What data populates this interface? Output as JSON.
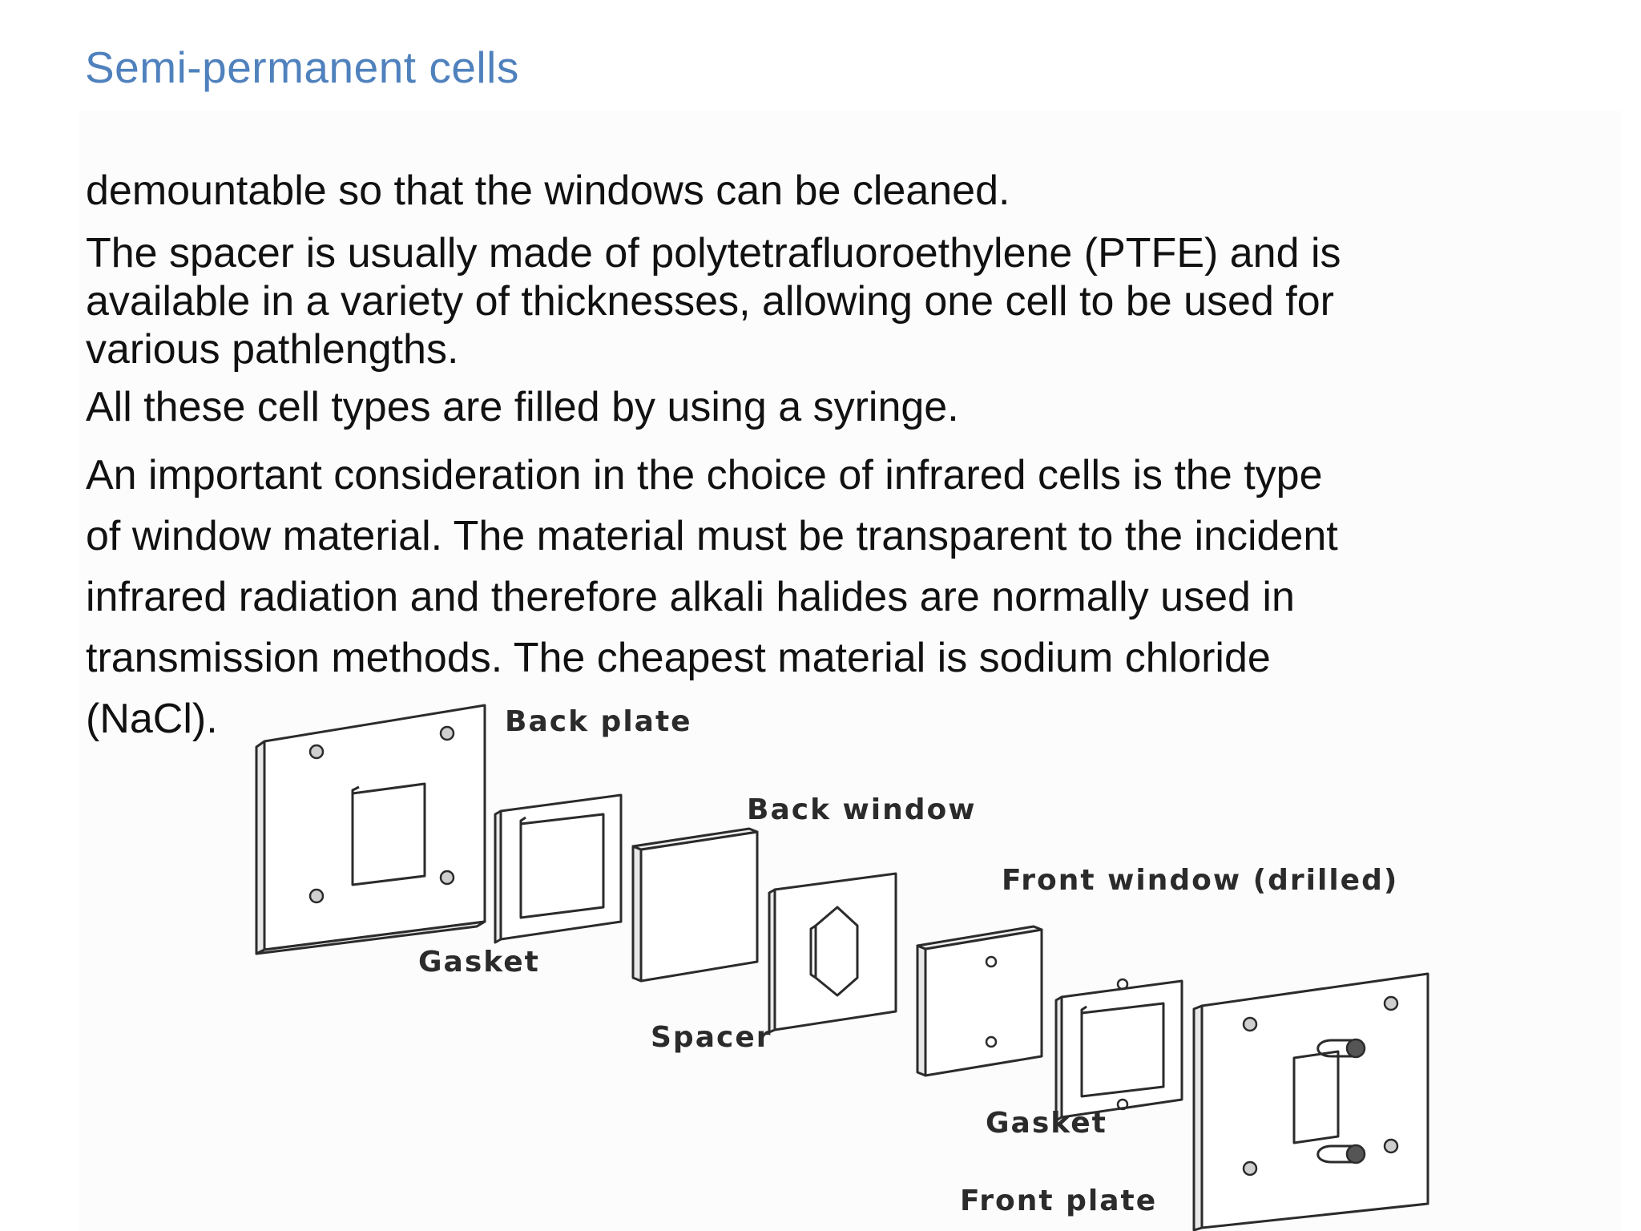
{
  "title": "Semi-permanent cells",
  "paragraphs": {
    "p1": "demountable so that the windows can be cleaned.",
    "p2": [
      "The spacer is usually made of polytetrafluoroethylene (PTFE) and is",
      "available in a variety of thicknesses, allowing one cell to be used for",
      "various pathlengths."
    ],
    "p3": "All these cell types are filled by using a syringe.",
    "p4": [
      "An important consideration in the choice of infrared cells is the type",
      "of window material. The material must be transparent to the incident",
      "infrared radiation and therefore alkali halides are normally used in",
      "transmission methods. The cheapest material is sodium chloride",
      "(NaCl)."
    ]
  },
  "diagram": {
    "labels": {
      "back_plate": "Back plate",
      "gasket_back": "Gasket",
      "back_window": "Back window",
      "spacer": "Spacer",
      "front_window": "Front window (drilled)",
      "gasket_front": "Gasket",
      "front_plate": "Front plate"
    }
  },
  "colors": {
    "title": "#4f81bd",
    "text": "#111111",
    "line": "#2b2b2b"
  }
}
